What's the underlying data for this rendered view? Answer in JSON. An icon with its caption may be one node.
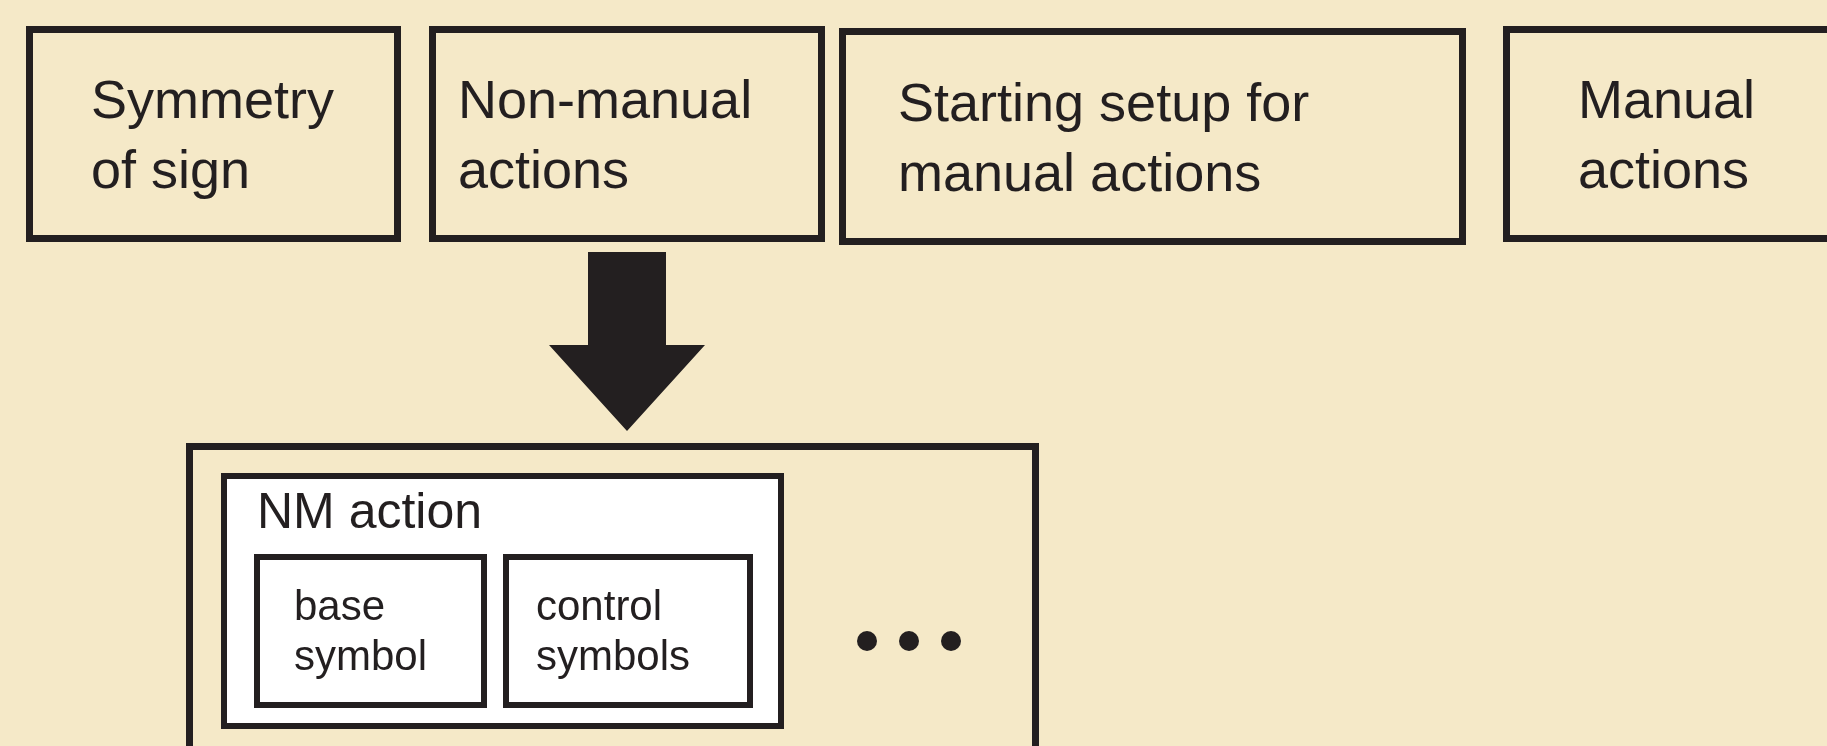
{
  "diagram": {
    "nodes": [
      {
        "text": [
          "Symmetry of sign"
        ]
      },
      {
        "text": [
          "Non-manual actions"
        ]
      },
      {
        "text": [
          "Starting setup for manual actions"
        ]
      },
      {
        "text": [
          "Manual actions"
        ]
      },
      {
        "text": [],
        "shape": "box"
      },
      {
        "text": [
          "NM action"
        ],
        "in": 4
      },
      {
        "text": [
          "base symbol"
        ],
        "in": 5
      },
      {
        "text": [
          "control symbols"
        ],
        "in": 5
      }
    ],
    "edges": [
      {
        "from": 1,
        "to": 4,
        "arrow": "to",
        "style": "thick"
      }
    ]
  }
}
